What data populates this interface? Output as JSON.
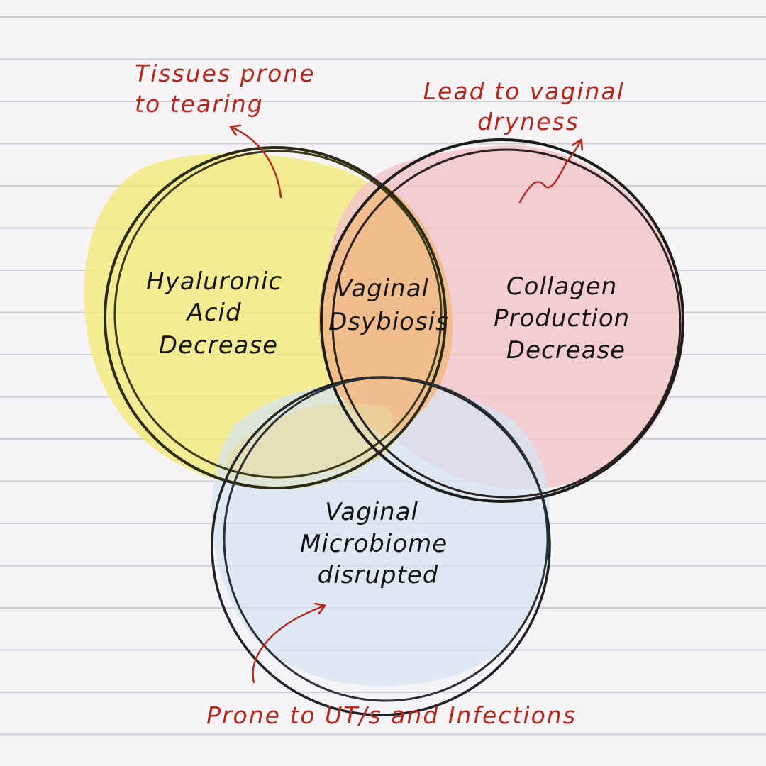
{
  "circles": {
    "left": {
      "lines": [
        "Hyaluronic",
        "Acid",
        "Decrease"
      ],
      "color": "#f1ea7c"
    },
    "right": {
      "lines": [
        "Collagen",
        "Production",
        "Decrease"
      ],
      "color": "#f3c4c9"
    },
    "bottom": {
      "lines": [
        "Vaginal",
        "Microbiome",
        "disrupted"
      ],
      "color": "#d5e5f1"
    },
    "center": {
      "lines": [
        "Vaginal",
        "Dsybiosis"
      ],
      "color": "#f2bb86"
    }
  },
  "annotations": {
    "top_left": [
      "Tissues  prone",
      "to tearing"
    ],
    "top_right": [
      "Lead to vaginal",
      "dryness"
    ],
    "bottom": [
      "Prone to UT/s and Infections"
    ]
  },
  "colors": {
    "paper": "#f6f4f7",
    "ruled_line": "#cfcdd4",
    "outline": "#1c1c1c",
    "annotation": "#b8261b"
  }
}
